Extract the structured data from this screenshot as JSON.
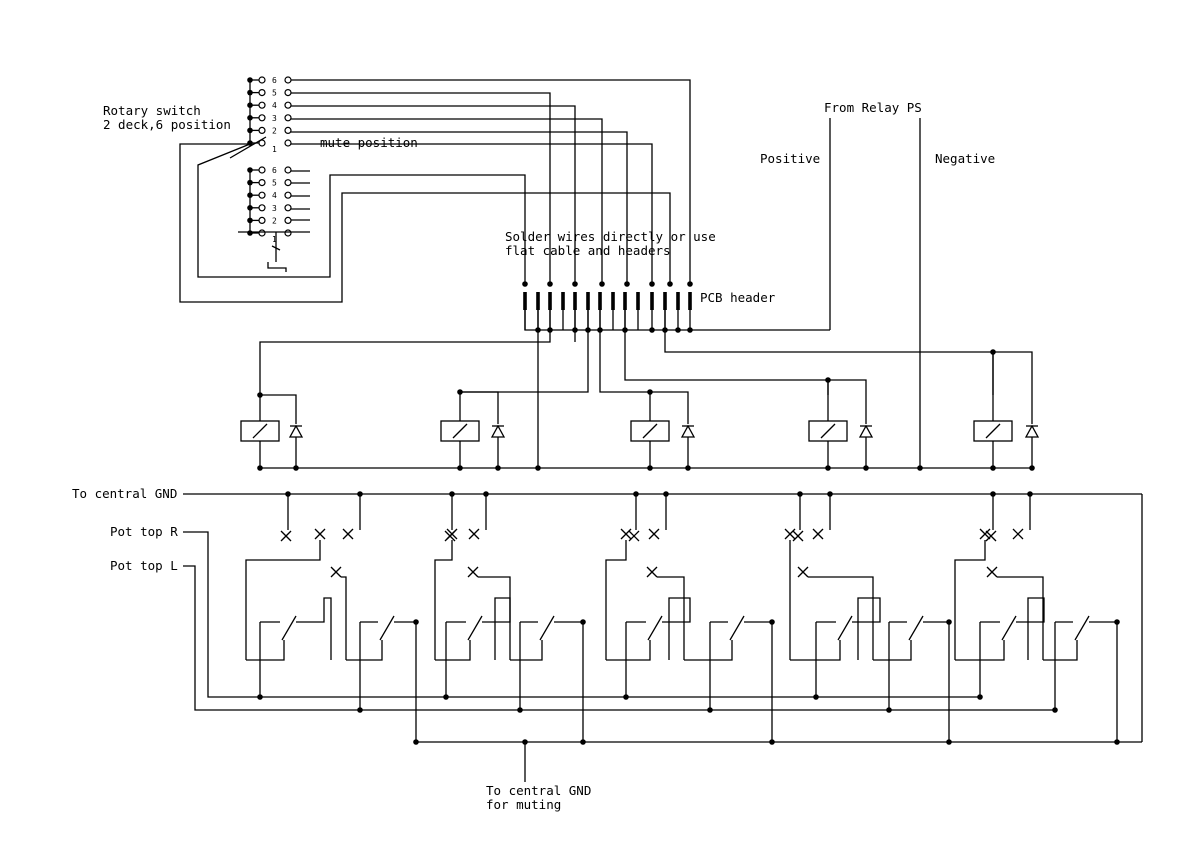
{
  "labels": {
    "rotary_switch": "Rotary switch",
    "rotary_spec": "2 deck,6 position",
    "mute_position": "mute position",
    "solder_line1": "Solder wires directly or use",
    "solder_line2": "flat cable and headers",
    "pcb_header": "PCB header",
    "from_relay_ps": "From Relay PS",
    "positive": "Positive",
    "negative": "Negative",
    "to_central_gnd": "To central GND",
    "pot_top_r": "Pot top R",
    "pot_top_l": "Pot top L",
    "gnd_muting_line1": "To central GND",
    "gnd_muting_line2": "for muting"
  },
  "switch_positions": {
    "deck1": [
      "6",
      "5",
      "4",
      "3",
      "2",
      "1"
    ],
    "deck2": [
      "6",
      "5",
      "4",
      "3",
      "2",
      "1"
    ]
  },
  "colors": {
    "ink": "#000000",
    "background": "#ffffff"
  }
}
